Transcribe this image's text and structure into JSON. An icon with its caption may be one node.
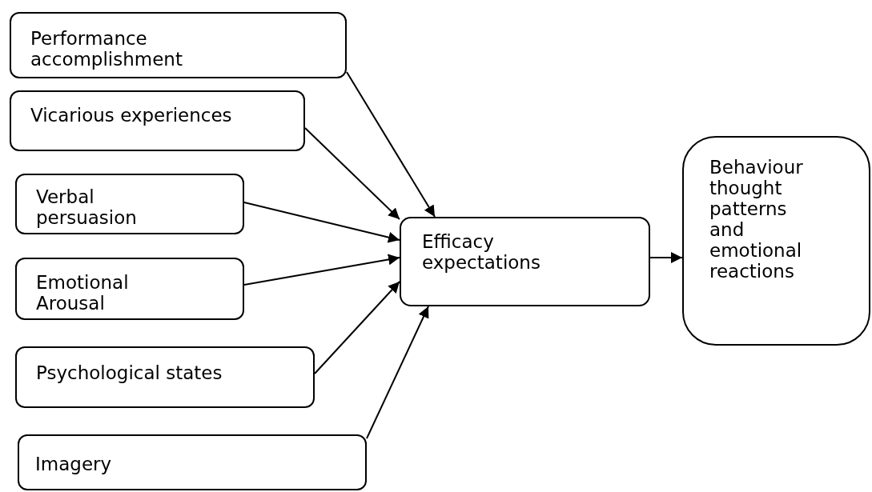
{
  "diagram": {
    "nodes": [
      {
        "text": [
          "Performance accomplishment"
        ]
      },
      {
        "text": [
          "Vicarious experiences"
        ]
      },
      {
        "text": [
          "Verbal persuasion"
        ]
      },
      {
        "text": [
          "Emotional Arousal"
        ]
      },
      {
        "text": [
          "Psychological states"
        ]
      },
      {
        "text": [
          "Imagery"
        ]
      },
      {
        "text": [
          "Efficacy expectations"
        ]
      },
      {
        "text": [
          "Behaviour thought patterns and emotional reactions"
        ]
      }
    ],
    "edges": [
      {
        "from": 0,
        "to": 6,
        "arrow": "to"
      },
      {
        "from": 1,
        "to": 6,
        "arrow": "to"
      },
      {
        "from": 2,
        "to": 6,
        "arrow": "to"
      },
      {
        "from": 3,
        "to": 6,
        "arrow": "to"
      },
      {
        "from": 4,
        "to": 6,
        "arrow": "to"
      },
      {
        "from": 5,
        "to": 6,
        "arrow": "to"
      },
      {
        "from": 6,
        "to": 7,
        "arrow": "to"
      }
    ]
  }
}
